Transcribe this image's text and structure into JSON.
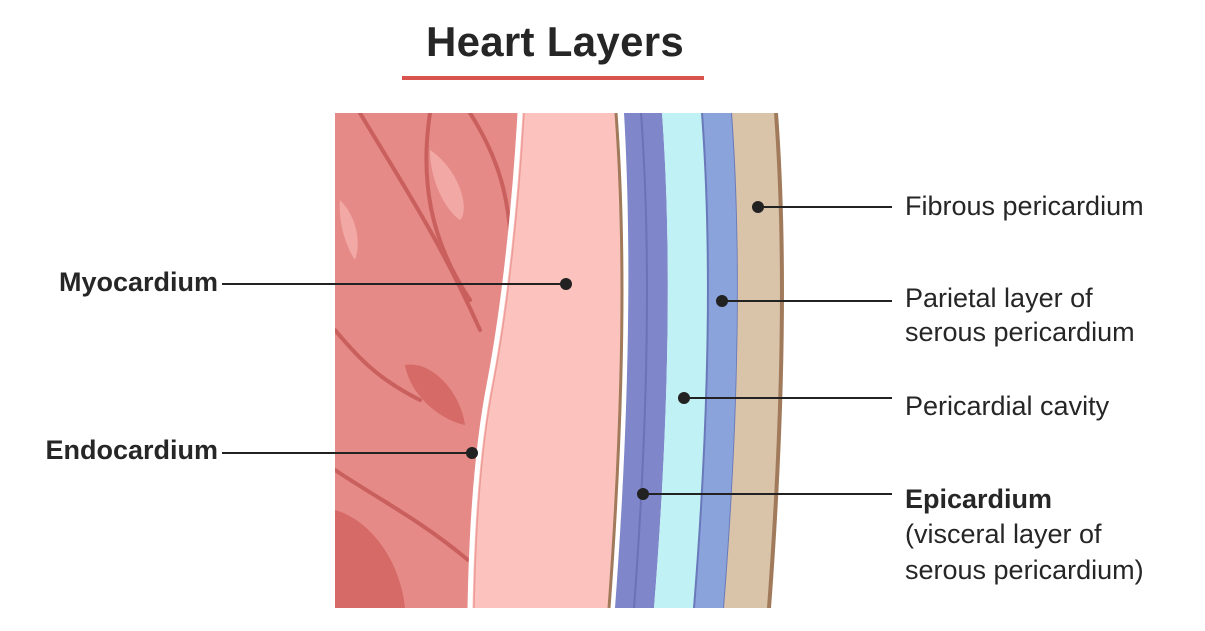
{
  "title": "Heart Layers",
  "colors": {
    "title_underline": "#d9534f",
    "myocardium": "#e58a87",
    "endocardium_line": "#ffffff",
    "pink_layer": "#fcc3be",
    "epicardium": "#7f86c9",
    "pericardial_cavity": "#bff1f5",
    "parietal_layer": "#8aa3db",
    "fibrous_pericardium": "#d9c3a9"
  },
  "labels": {
    "myocardium": "Myocardium",
    "endocardium": "Endocardium",
    "fibrous_pericardium": "Fibrous pericardium",
    "parietal_line1": "Parietal layer of",
    "parietal_line2": "serous pericardium",
    "pericardial_cavity": "Pericardial cavity",
    "epicardium": "Epicardium",
    "epicardium_sub1": "(visceral layer of",
    "epicardium_sub2": "serous pericardium)"
  }
}
